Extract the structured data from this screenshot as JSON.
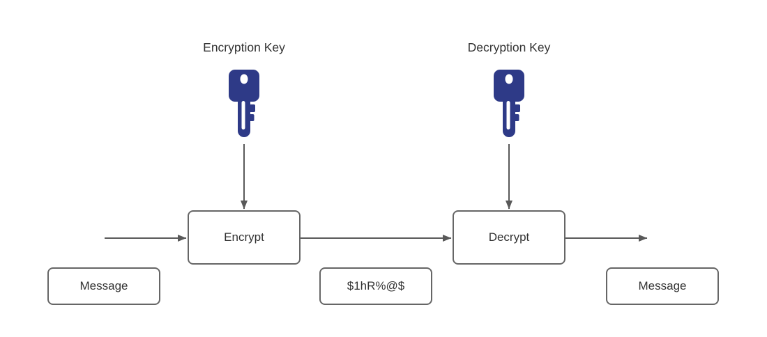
{
  "diagram": {
    "type": "flow-diagram",
    "subject": "symmetric encryption process",
    "labels": {
      "encryption_key": "Encryption Key",
      "decryption_key": "Decryption Key"
    },
    "nodes": {
      "encrypt": {
        "label": "Encrypt"
      },
      "decrypt": {
        "label": "Decrypt"
      },
      "message_input": {
        "label": "Message"
      },
      "ciphertext": {
        "label": "$1hR%@$"
      },
      "message_output": {
        "label": "Message"
      }
    },
    "icons": {
      "encryption_key": "key-icon",
      "decryption_key": "key-icon"
    },
    "connections": [
      "encryption-key -> encrypt",
      "decryption-key -> decrypt",
      "message-input -> encrypt",
      "encrypt -> decrypt",
      "decrypt -> message-output"
    ],
    "colors": {
      "background": "#ffffff",
      "key_fill": "#2e3a87",
      "key_hole": "#ffffff",
      "arrow": "#595959",
      "box_border": "#666666",
      "text": "#333333"
    }
  }
}
